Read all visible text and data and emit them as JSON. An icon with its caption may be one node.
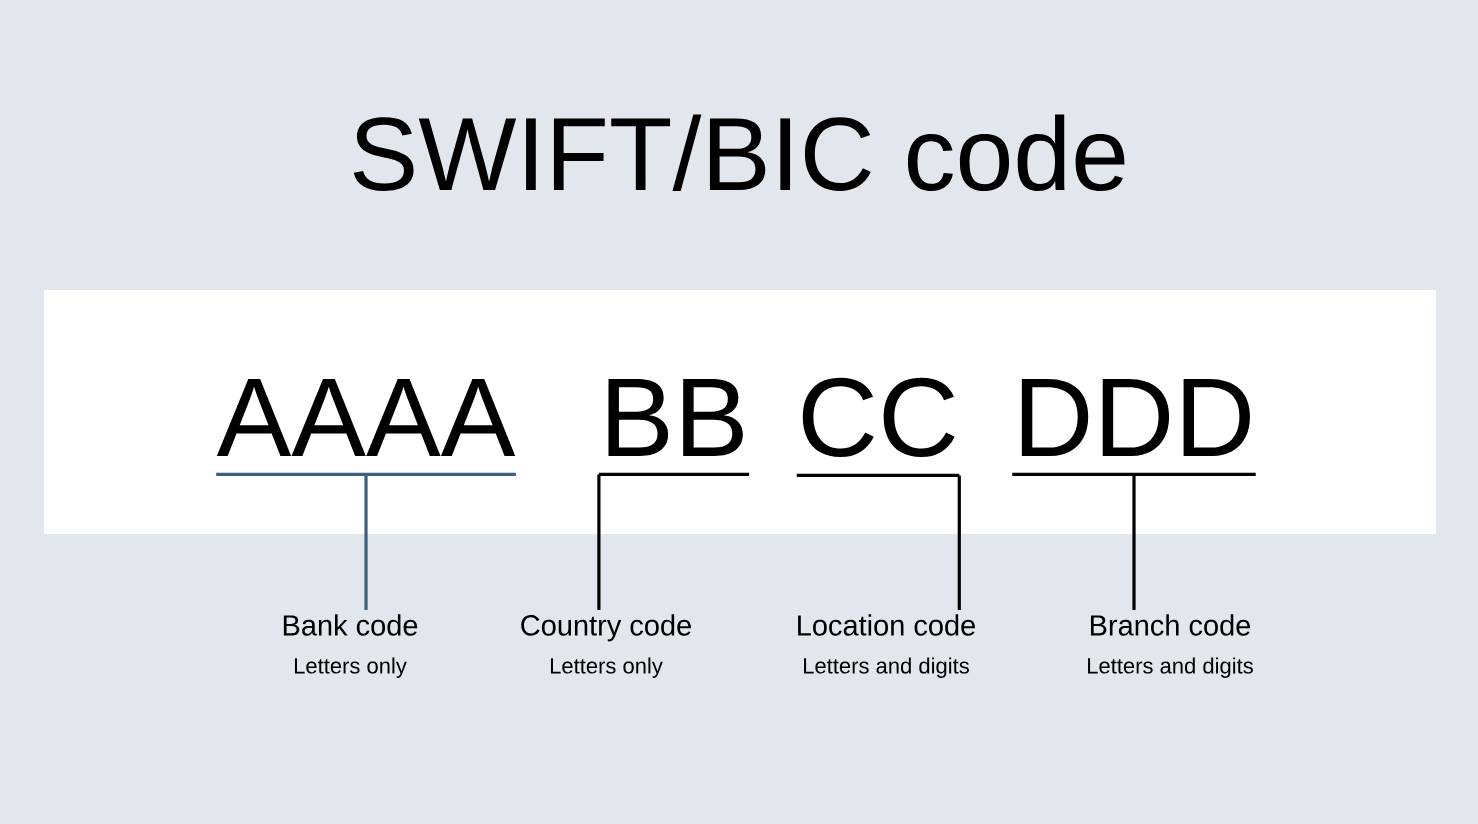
{
  "diagram": {
    "title": "SWIFT/BIC code",
    "nodes": [
      {
        "text": [
          "AAAA"
        ]
      },
      {
        "text": [
          "BB"
        ]
      },
      {
        "text": [
          "CC"
        ]
      },
      {
        "text": [
          "DDD"
        ]
      },
      {
        "text": [
          "Bank code",
          "Letters only"
        ]
      },
      {
        "text": [
          "Country code",
          "Letters only"
        ]
      },
      {
        "text": [
          "Location code",
          "Letters and digits"
        ]
      },
      {
        "text": [
          "Branch code",
          "Letters and digits"
        ]
      }
    ],
    "edges": [
      {
        "from": 0,
        "to": 4,
        "arrow": "none",
        "color": "#3e5f80"
      },
      {
        "from": 1,
        "to": 5,
        "arrow": "none"
      },
      {
        "from": 2,
        "to": 6,
        "arrow": "none"
      },
      {
        "from": 3,
        "to": 7,
        "arrow": "none"
      }
    ]
  }
}
